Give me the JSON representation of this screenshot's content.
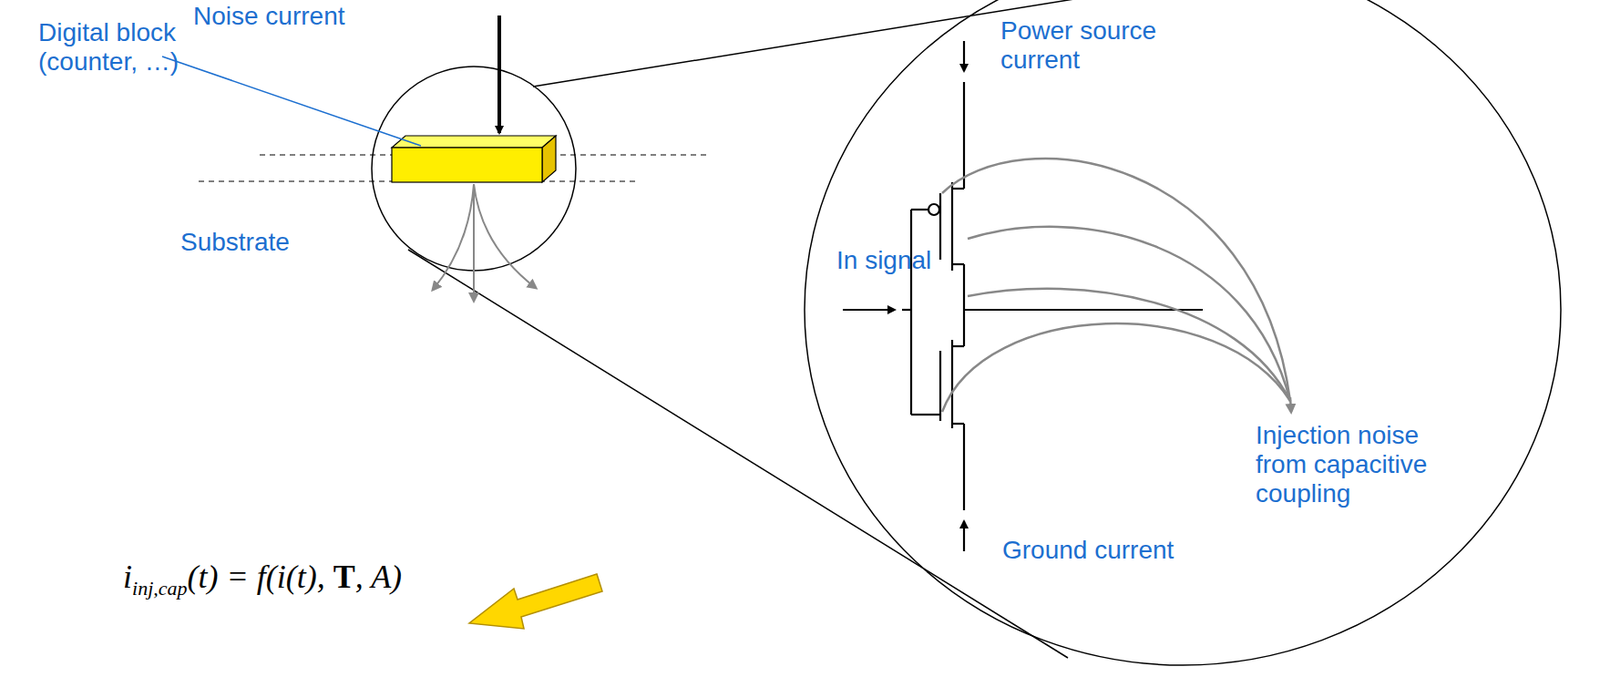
{
  "diagram": {
    "labels": [
      "Digital block (counter, …)",
      "Noise current",
      "Substrate",
      "Power source current",
      "In signal",
      "Injection noise from capacitive coupling",
      "Ground current",
      "i",
      "inj,cap",
      "(t) = f(i(t), ",
      "T",
      ", A)"
    ]
  }
}
